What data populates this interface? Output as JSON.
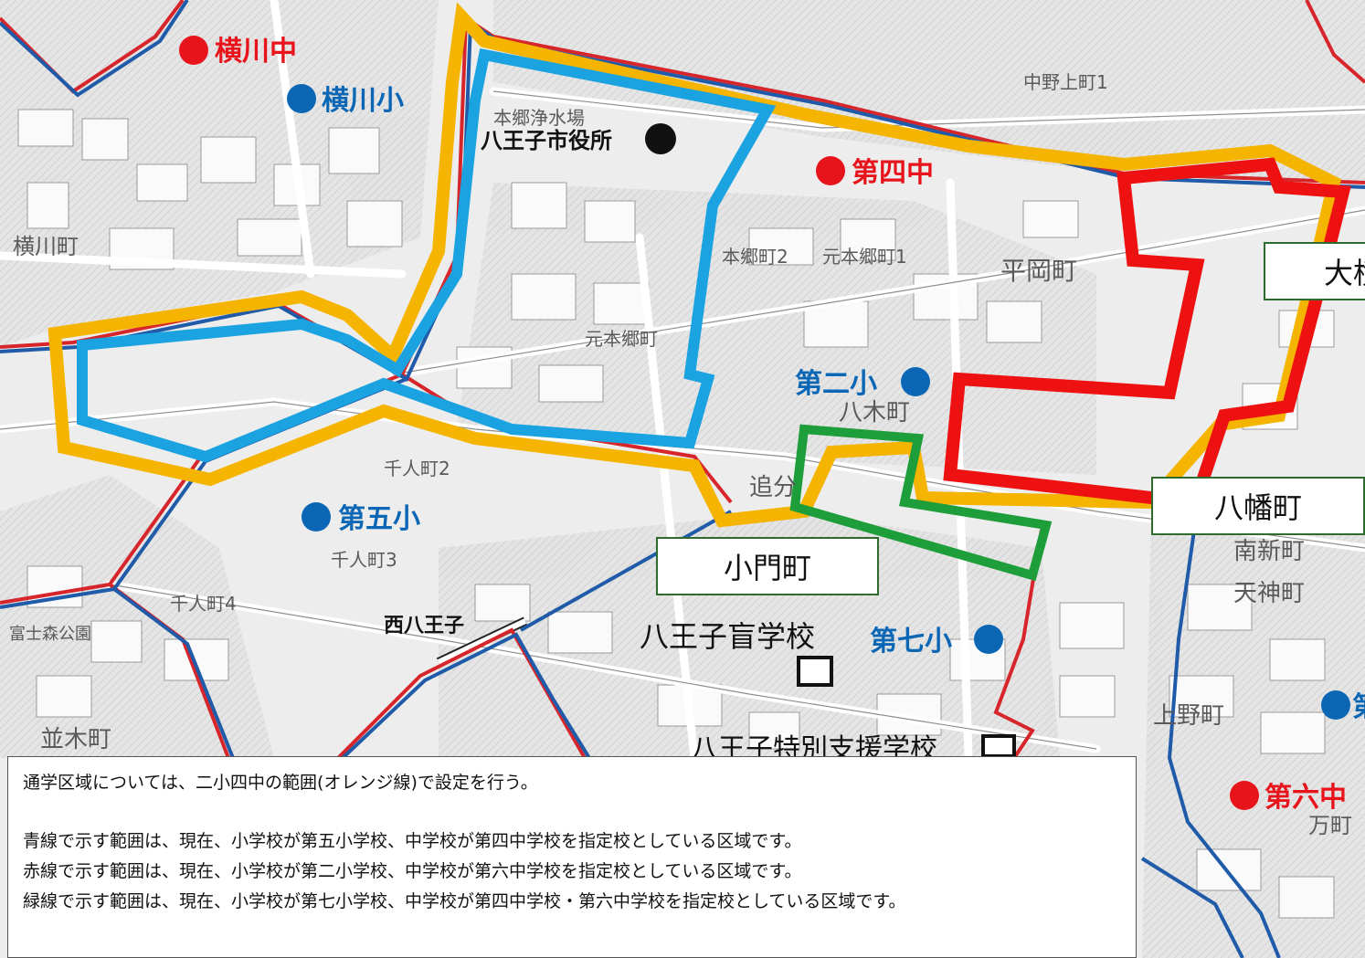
{
  "map": {
    "street_labels": [
      {
        "text": "中野上町1",
        "id": "nakanokamicho1"
      },
      {
        "text": "横川町",
        "id": "yokokawacho"
      },
      {
        "text": "平岡町",
        "id": "hiraokacho"
      },
      {
        "text": "元本郷町1",
        "id": "motohongocho1"
      },
      {
        "text": "本郷町2",
        "id": "hongocho2"
      },
      {
        "text": "八木町",
        "id": "yagicho"
      },
      {
        "text": "千人町2",
        "id": "senninmachi2"
      },
      {
        "text": "千人町3",
        "id": "senninmachi3"
      },
      {
        "text": "千人町4",
        "id": "senninmachi4"
      },
      {
        "text": "追分",
        "id": "oiwake"
      },
      {
        "text": "南新町",
        "id": "minamishincho"
      },
      {
        "text": "天神町",
        "id": "tenjincho"
      },
      {
        "text": "上野町",
        "id": "uenomachi"
      },
      {
        "text": "並木町",
        "id": "namikicho"
      },
      {
        "text": "万町",
        "id": "yorozucho"
      },
      {
        "text": "富士森公園",
        "id": "fujimori"
      },
      {
        "text": "本郷浄水場",
        "id": "hongo-josui"
      },
      {
        "text": "元本郷町",
        "id": "motohongocho"
      }
    ],
    "schools": [
      {
        "text": "横川中",
        "type": "junior-high",
        "id": "yokokawa-chu"
      },
      {
        "text": "横川小",
        "type": "elementary",
        "id": "yokokawa-sho"
      },
      {
        "text": "第四中",
        "type": "junior-high",
        "id": "daiyon-chu"
      },
      {
        "text": "第二小",
        "type": "elementary",
        "id": "daini-sho"
      },
      {
        "text": "第五小",
        "type": "elementary",
        "id": "daigo-sho"
      },
      {
        "text": "第七小",
        "type": "elementary",
        "id": "dainana-sho"
      },
      {
        "text": "第六中",
        "type": "junior-high",
        "id": "dairoku-chu"
      },
      {
        "text": "第",
        "type": "elementary",
        "id": "partial-right"
      }
    ],
    "landmarks": [
      {
        "text": "八王子市役所",
        "id": "city-hall"
      },
      {
        "text": "西八王子",
        "id": "nishi-hachioji"
      },
      {
        "text": "八王子盲学校",
        "id": "mou-gakko"
      },
      {
        "text": "八王子特別支援学校",
        "id": "tokubetsu-shien"
      }
    ],
    "area_boxes": {
      "komoncho": "小門町",
      "yawatacho": "八幡町",
      "ohyoko": "大横"
    },
    "colors": {
      "orange_line": "#f5b400",
      "blue_line": "#1aa3e0",
      "red_line": "#ee1111",
      "green_line": "#1e9e3a",
      "junior_high_dot": "#e8141c",
      "elementary_dot": "#0b67b5",
      "city_hall_dot": "#111111",
      "district_red": "#d7262b",
      "district_blue": "#1f5ba8"
    }
  },
  "notes": {
    "line1": "通学区域については、二小四中の範囲(オレンジ線)で設定を行う。",
    "line2": "青線で示す範囲は、現在、小学校が第五小学校、中学校が第四中学校を指定校としている区域です。",
    "line3": "赤線で示す範囲は、現在、小学校が第二小学校、中学校が第六中学校を指定校としている区域です。",
    "line4": "緑線で示す範囲は、現在、小学校が第七小学校、中学校が第四中学校・第六中学校を指定校としている区域です。"
  }
}
